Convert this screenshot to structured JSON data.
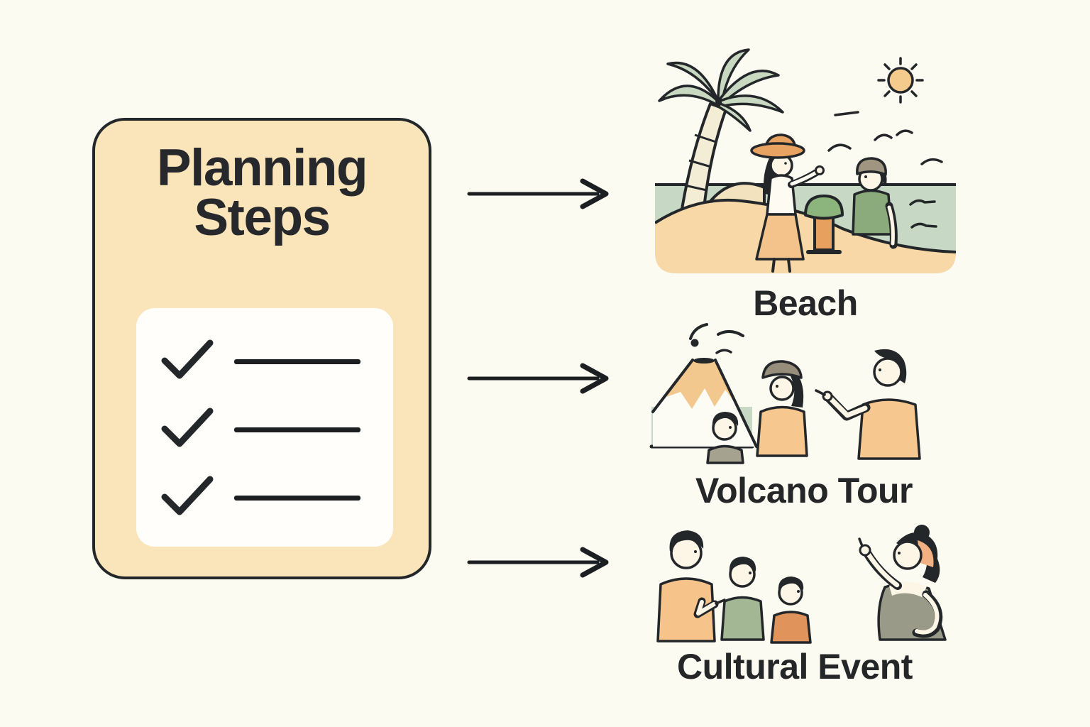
{
  "canvas": {
    "background": "#FCFBF1"
  },
  "card": {
    "title_line1": "Planning",
    "title_line2": "Steps",
    "fill": "#FAE5BB",
    "border_color": "#23272A",
    "checklist": {
      "panel_fill": "#FFFEFB",
      "items": [
        {
          "icon": "checkmark-icon",
          "checked": true
        },
        {
          "icon": "checkmark-icon",
          "checked": true
        },
        {
          "icon": "checkmark-icon",
          "checked": true
        }
      ]
    }
  },
  "arrows": [
    {
      "name": "arrow-to-beach"
    },
    {
      "name": "arrow-to-volcano-tour"
    },
    {
      "name": "arrow-to-cultural-event"
    }
  ],
  "options": [
    {
      "id": "beach",
      "label": "Beach",
      "illustration": "beach-scene-icon"
    },
    {
      "id": "volcano-tour",
      "label": "Volcano Tour",
      "illustration": "volcano-scene-icon"
    },
    {
      "id": "cultural-event",
      "label": "Cultural Event",
      "illustration": "cultural-event-scene-icon"
    }
  ],
  "palette": {
    "ink": "#23272A",
    "card_cream": "#FAE5BB",
    "panel_white": "#FFFEFB",
    "sea_sage": "#C7D8C4",
    "palm_green": "#C9D8C0",
    "beach_shirt_green": "#8BAB7D",
    "muted_green": "#A3B795",
    "sand": "#F7D8A6",
    "sun_orange": "#F5CB8D",
    "shirt_orange": "#F6C890",
    "deep_orange": "#E0945B",
    "hat_orange": "#E8A262",
    "skirt_orange": "#F4C38B",
    "cap_gray": "#968D7A",
    "kid_gray": "#A5A28F",
    "dress_gray": "#9A9A88",
    "skin_cream": "#FDF5E6",
    "volcano_orange": "#F3C88E"
  }
}
